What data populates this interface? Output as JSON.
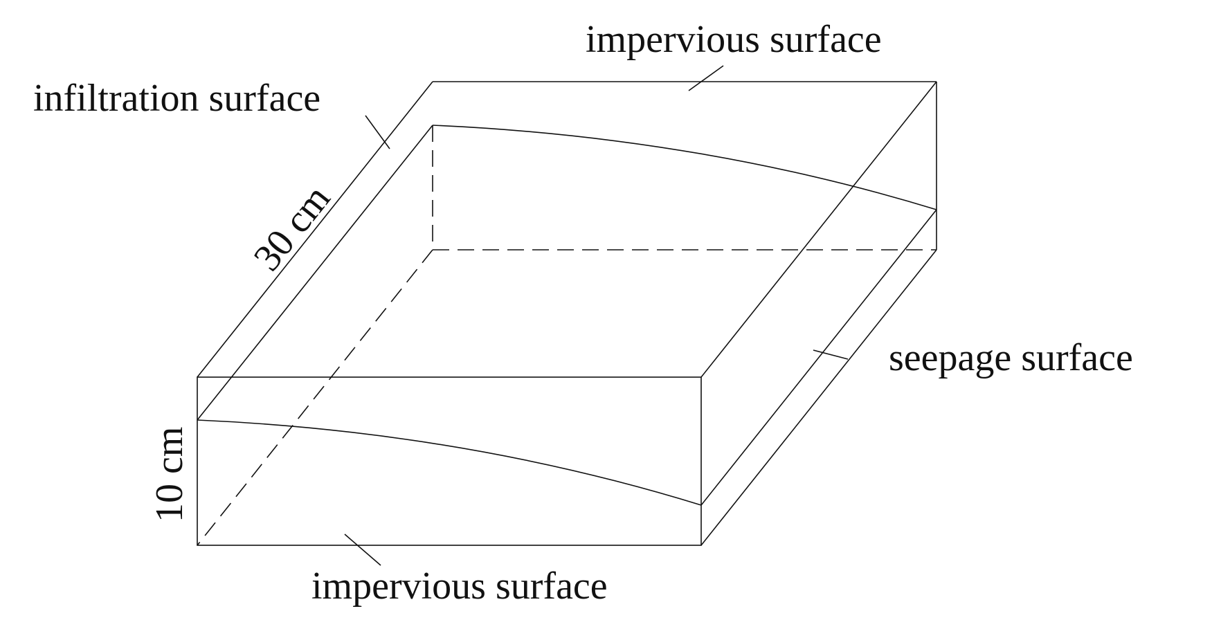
{
  "labels": {
    "top_surface": "impervious surface",
    "left_surface": "infiltration surface",
    "right_surface": "seepage surface",
    "bottom_surface": "impervious surface",
    "length_dimension": "30 cm",
    "height_dimension": "10 cm"
  },
  "colors": {
    "line": "#111111",
    "background": "#ffffff"
  }
}
